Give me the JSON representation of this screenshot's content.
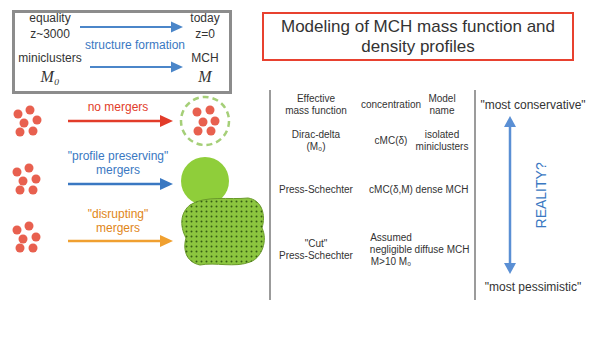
{
  "diagram": {
    "title": "Modeling of MCH mass function and density profiles",
    "nodes": [
      {
        "text": [
          "equality",
          "z~3000",
          "today",
          "z=0",
          "structure formation",
          "miniclusters",
          "M₀",
          "MCH",
          "M"
        ]
      }
    ],
    "labels": [
      "no mergers",
      "\"profile preserving\" mergers",
      "\"disrupting\" mergers",
      "Effective mass function",
      "concentration",
      "Model name",
      "\"most conservative\"",
      "Dirac-delta (M₀)",
      "cMC(δ)",
      "isolated miniclusters",
      "Press-Schechter",
      "cMC(δ,M)",
      "dense MCH",
      "\"Cut\"",
      "Press-Schechter",
      "Assumed negligible M>10 M₀",
      "diffuse MCH",
      "REALITY?",
      "\"most pessimistic\""
    ]
  }
}
